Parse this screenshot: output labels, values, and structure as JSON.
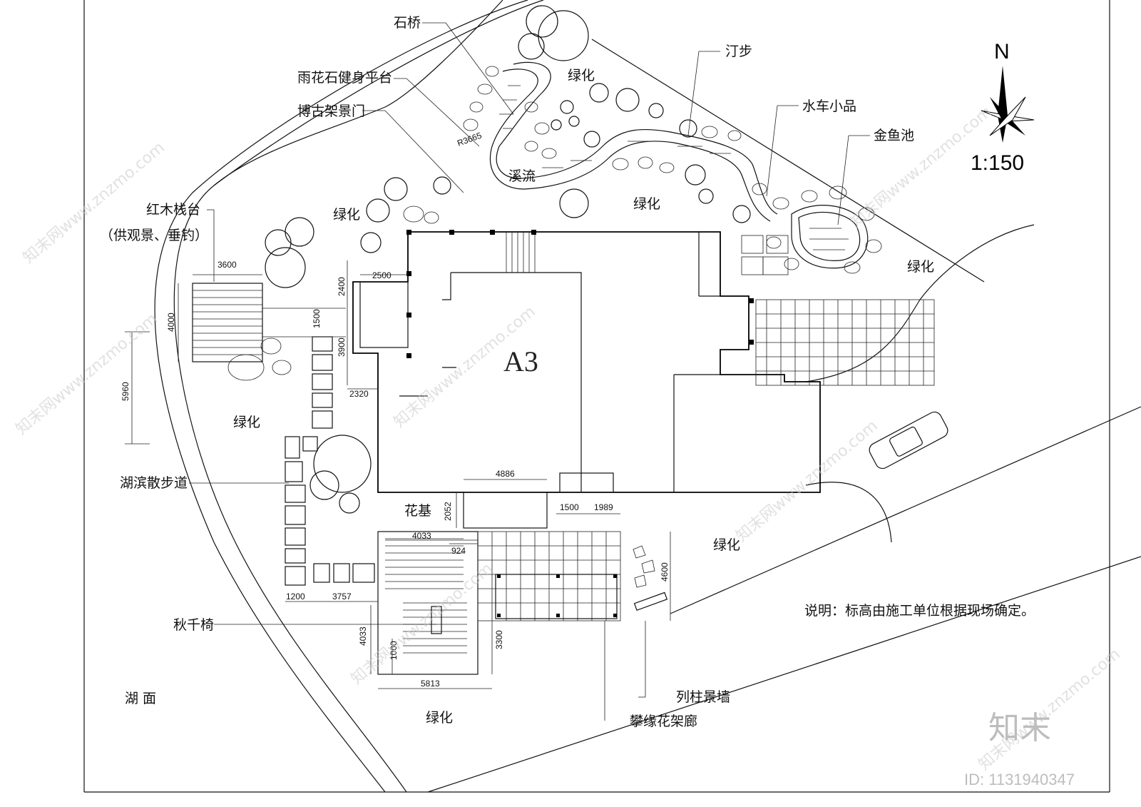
{
  "labels": {
    "stone_bridge": "石桥",
    "pebble_platform": "雨花石健身平台",
    "bogu_gate": "博古架景门",
    "stepping_stones": "汀步",
    "waterwheel": "水车小品",
    "goldfish_pond": "金鱼池",
    "greening": "绿化",
    "stream": "溪流",
    "radius": "R3665",
    "redwood_deck": "红木栈台",
    "redwood_deck_note": "（供观景、垂钓）",
    "lakeside_path": "湖滨散步道",
    "building": "A3",
    "flower_bed": "花基",
    "swing_chair": "秋千椅",
    "lake_surface": "湖   面",
    "colonnade_wall": "列柱景墙",
    "pergola": "攀缘花架廊",
    "note": "说明：标高由施工单位根据现场确定。"
  },
  "north": "N",
  "scale": "1:150",
  "dimensions": {
    "d3600": "3600",
    "d4000": "4000",
    "d5960": "5960",
    "d2500": "2500",
    "d2400": "2400",
    "d1500a": "1500",
    "d3900": "3900",
    "d2320": "2320",
    "d4886": "4886",
    "d2052": "2052",
    "d4033a": "4033",
    "d924": "924",
    "d1500b": "1500",
    "d1989": "1989",
    "d4600": "4600",
    "d1200": "1200",
    "d3757": "3757",
    "d4033b": "4033",
    "d1000": "1000",
    "d3300": "3300",
    "d5813": "5813"
  },
  "watermark": {
    "site": "知末网www.znzmo.com",
    "brand": "知末",
    "id": "ID: 1131940347"
  }
}
